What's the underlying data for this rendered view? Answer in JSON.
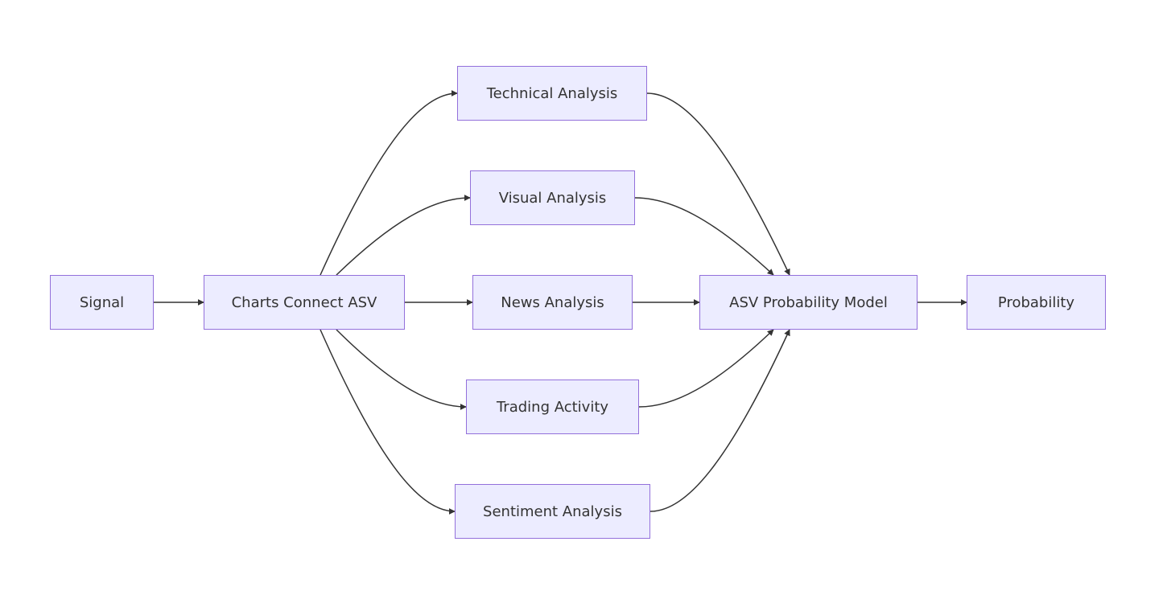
{
  "diagram": {
    "type": "flowchart",
    "direction": "left-to-right",
    "colors": {
      "node_fill": "#ececff",
      "node_border": "#9370db",
      "node_text": "#333333",
      "edge": "#333333",
      "background": "#ffffff"
    },
    "nodes": [
      {
        "id": "signal",
        "label": "Signal"
      },
      {
        "id": "charts",
        "label": "Charts Connect ASV"
      },
      {
        "id": "technical",
        "label": "Technical Analysis"
      },
      {
        "id": "visual",
        "label": "Visual Analysis"
      },
      {
        "id": "news",
        "label": "News Analysis"
      },
      {
        "id": "trading",
        "label": "Trading Activity"
      },
      {
        "id": "sentiment",
        "label": "Sentiment Analysis"
      },
      {
        "id": "model",
        "label": "ASV Probability Model"
      },
      {
        "id": "probability",
        "label": "Probability"
      }
    ],
    "edges": [
      {
        "from": "signal",
        "to": "charts"
      },
      {
        "from": "charts",
        "to": "technical"
      },
      {
        "from": "charts",
        "to": "visual"
      },
      {
        "from": "charts",
        "to": "news"
      },
      {
        "from": "charts",
        "to": "trading"
      },
      {
        "from": "charts",
        "to": "sentiment"
      },
      {
        "from": "technical",
        "to": "model"
      },
      {
        "from": "visual",
        "to": "model"
      },
      {
        "from": "news",
        "to": "model"
      },
      {
        "from": "trading",
        "to": "model"
      },
      {
        "from": "sentiment",
        "to": "model"
      },
      {
        "from": "model",
        "to": "probability"
      }
    ]
  }
}
